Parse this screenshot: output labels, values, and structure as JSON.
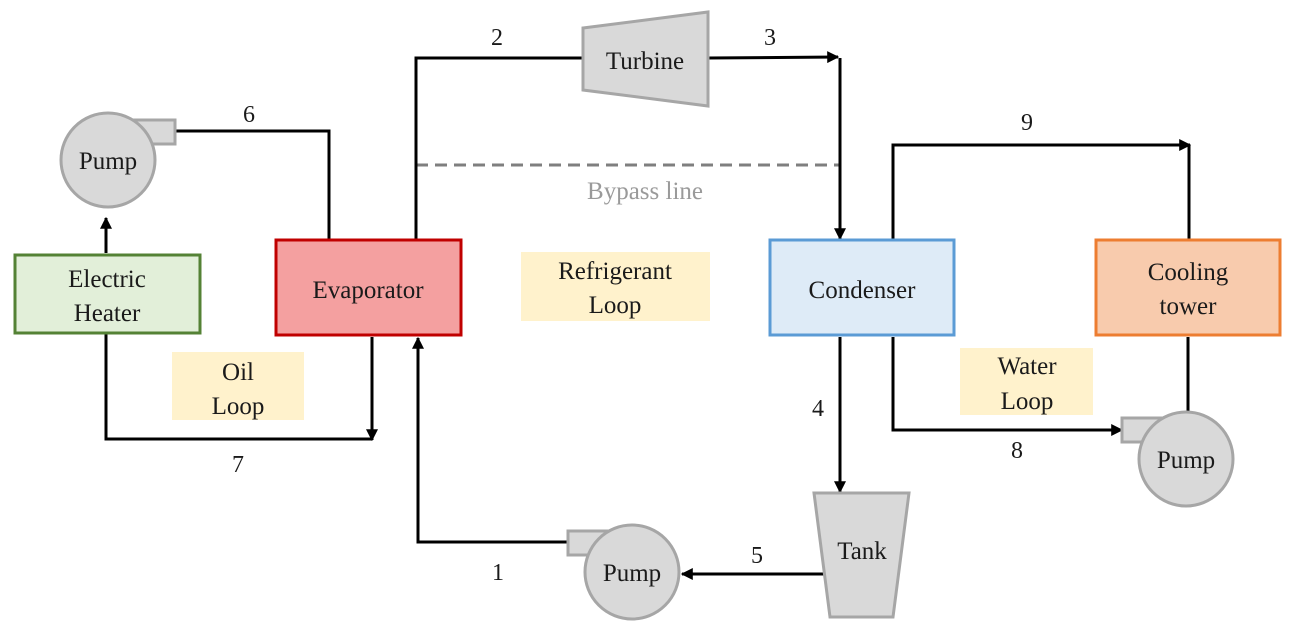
{
  "components": {
    "electric_heater": {
      "line1": "Electric",
      "line2": "Heater"
    },
    "evaporator": "Evaporator",
    "turbine": "Turbine",
    "condenser": "Condenser",
    "cooling_tower": {
      "line1": "Cooling",
      "line2": "tower"
    },
    "tank": "Tank",
    "pump_oil": "Pump",
    "pump_refrigerant": "Pump",
    "pump_water": "Pump"
  },
  "loops": {
    "oil": {
      "line1": "Oil",
      "line2": "Loop"
    },
    "refrigerant": {
      "line1": "Refrigerant",
      "line2": "Loop"
    },
    "water": {
      "line1": "Water",
      "line2": "Loop"
    }
  },
  "bypass_label": "Bypass line",
  "state_points": [
    "1",
    "2",
    "3",
    "4",
    "5",
    "6",
    "7",
    "8",
    "9"
  ],
  "colors": {
    "heater_fill": "#e2efd9",
    "heater_stroke": "#548235",
    "evaporator_fill": "#f4a0a0",
    "evaporator_stroke": "#c00000",
    "condenser_fill": "#deebf7",
    "condenser_stroke": "#5b9bd5",
    "tower_fill": "#f8cbad",
    "tower_stroke": "#ed7d31",
    "equipment_fill": "#d9d9d9",
    "equipment_stroke": "#a6a6a6",
    "loop_label_fill": "#fff2cc"
  }
}
